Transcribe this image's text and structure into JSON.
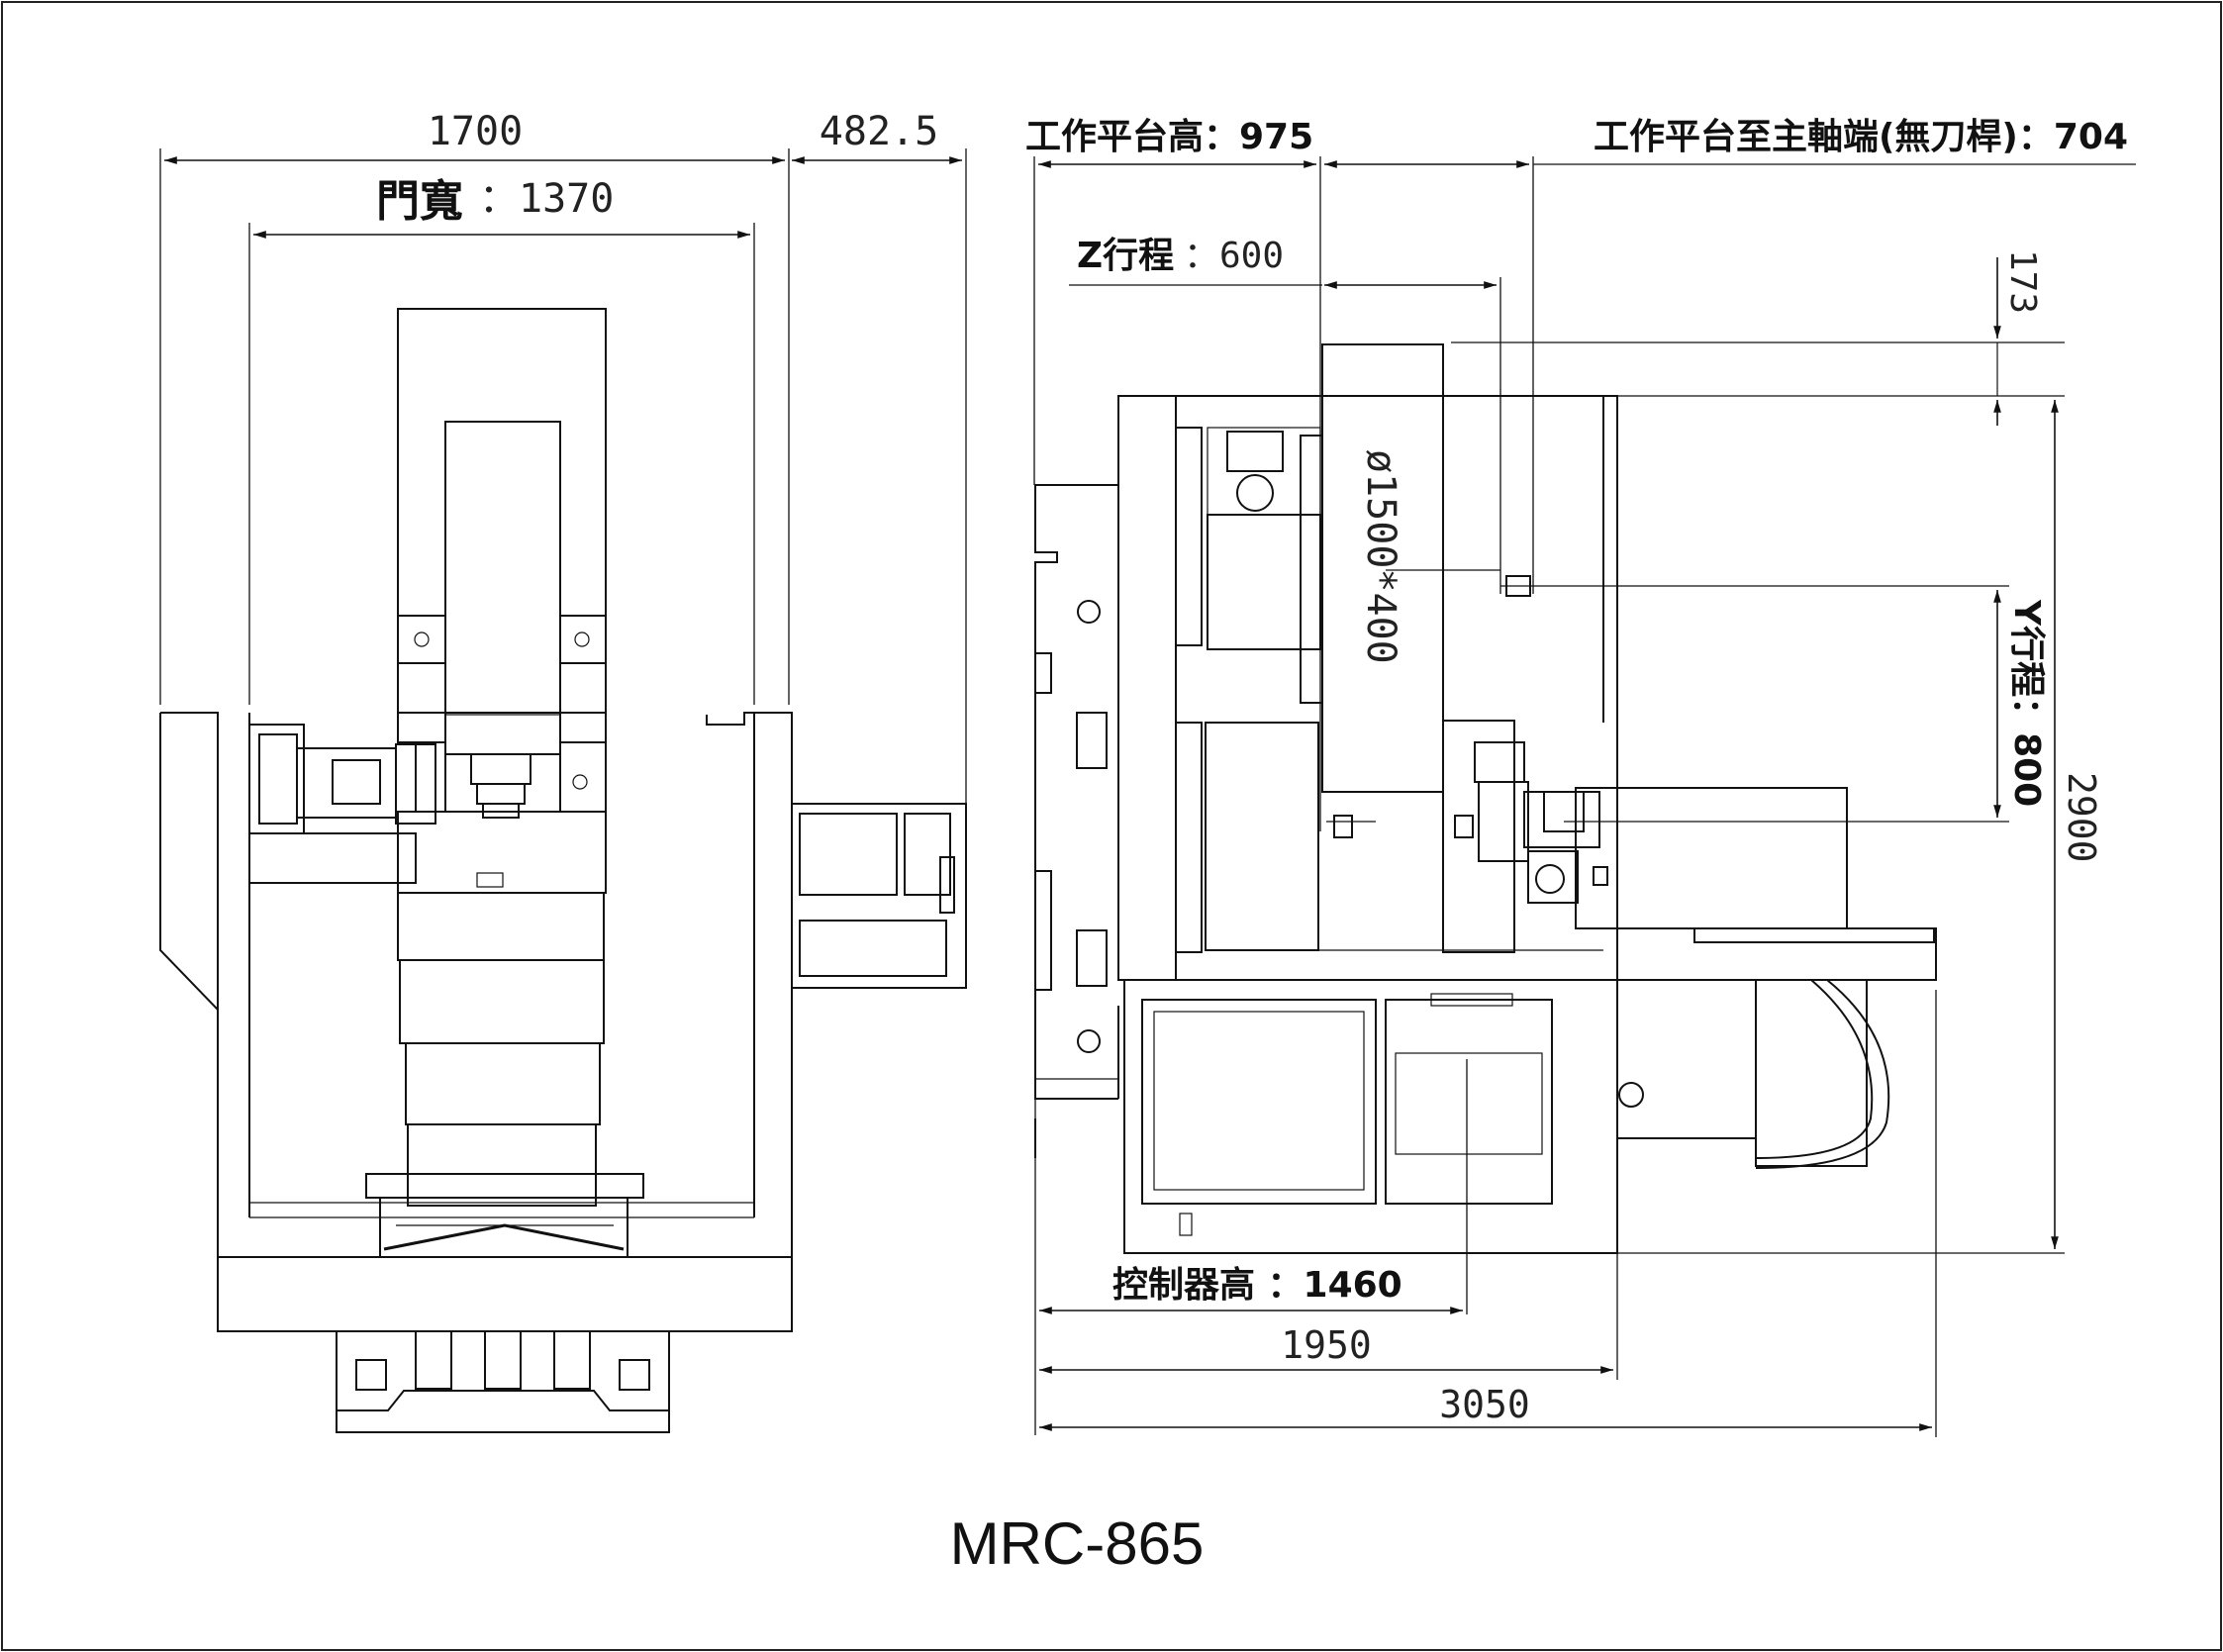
{
  "title": "MRC-865",
  "front_view": {
    "overall_width": "1700",
    "control_width": "482.5",
    "door_width_label": "門寬",
    "door_width_value": "：1370"
  },
  "side_view": {
    "table_height": "工作平台高：975",
    "table_to_spindle": "工作平台至主軸端(無刀桿)：704",
    "z_travel_label": "Z行程",
    "z_travel_value": "：600",
    "top_offset": "173",
    "rotary_table": "ø1500*400",
    "y_travel": "Y行程：800",
    "height_total": "2900",
    "controller_height": "控制器高 ：1460",
    "depth_1950": "1950",
    "depth_3050": "3050"
  }
}
